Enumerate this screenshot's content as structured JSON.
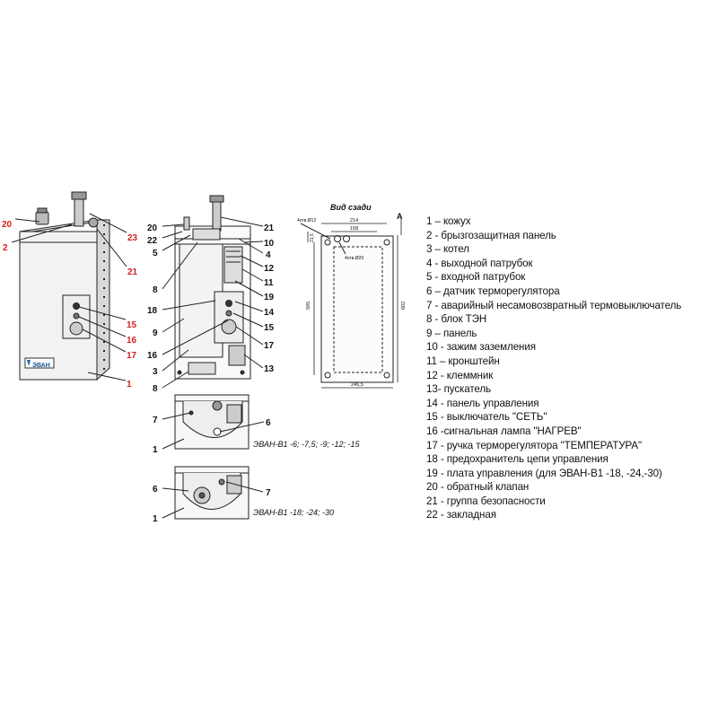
{
  "callouts": {
    "front_red": [
      "20",
      "2",
      "23",
      "21",
      "15",
      "16",
      "17"
    ],
    "front_black": [
      "1"
    ],
    "inner_left": [
      "20",
      "22",
      "5",
      "8",
      "18",
      "9",
      "16",
      "3",
      "8"
    ],
    "inner_right": [
      "21",
      "10",
      "4",
      "12",
      "11",
      "19",
      "14",
      "15",
      "17",
      "13"
    ],
    "small1": [
      "7",
      "6",
      "1"
    ],
    "small2": [
      "6",
      "7",
      "1"
    ],
    "rear_letter": "A"
  },
  "captions": {
    "small1": "ЭВАН-В1 -6; -7,5; -9; -12; -15",
    "small2": "ЭВАН-В1 -18; -24; -30",
    "rear_title": "Вид сзади"
  },
  "logo_text": "ЭВАН",
  "rear_dims": {
    "hole_small": "4отв.Ø12",
    "hole_pipe": "4отв.Ø20",
    "w1": "214",
    "w2": "158",
    "w3": "246,5",
    "h1": "595",
    "h2": "602",
    "h3": "21,5"
  },
  "legend": [
    "1 – кожух",
    "2 - брызгозащитная панель",
    "3 – котел",
    "4 - выходной патрубок",
    "5 - входной патрубок",
    "6 – датчик терморегулятора",
    "7 - аварийный несамовозвратный термовыключатель",
    "8 - блок ТЭН",
    "9 – панель",
    "10 - зажим заземления",
    "11 – кронштейн",
    "12 - клеммник",
    "13- пускатель",
    "14 - панель управления",
    "15 - выключатель \"СЕТЬ\"",
    "16 -сигнальная лампа \"НАГРЕВ\"",
    "17 - ручка терморегулятора \"ТЕМПЕРАТУРА\"",
    "18 - предохранитель цепи управления",
    "19 - плата управления (для ЭВАН-В1 -18, -24,-30)",
    "20 - обратный клапан",
    "21 - группа безопасности",
    "22 - закладная"
  ]
}
